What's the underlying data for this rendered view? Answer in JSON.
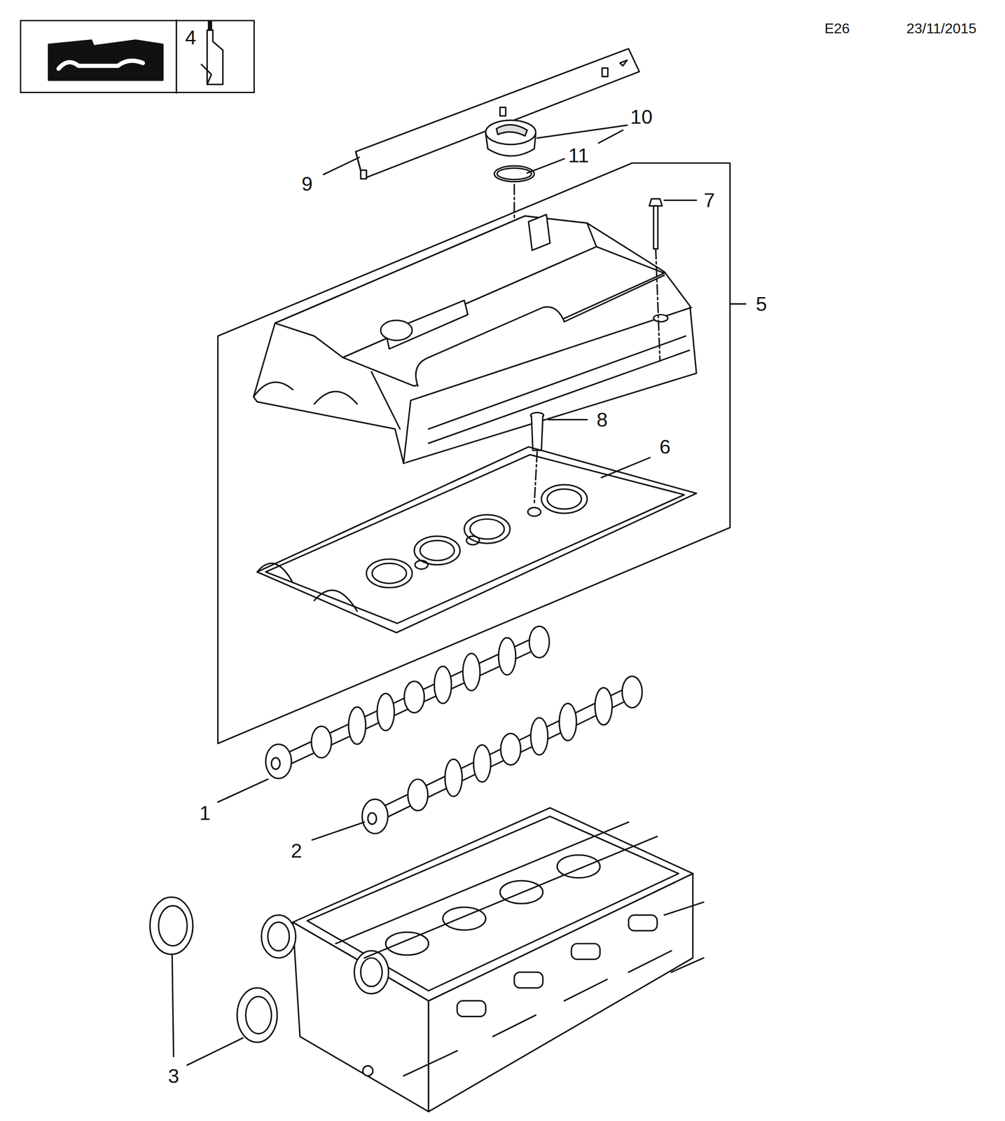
{
  "diagram": {
    "nodes": [
      {
        "text": [
          "4"
        ]
      }
    ],
    "labels": [
      "E26",
      "23/11/2015",
      "10",
      "11",
      "9",
      "7",
      "5",
      "8",
      "6",
      "1",
      "2",
      "3"
    ]
  }
}
